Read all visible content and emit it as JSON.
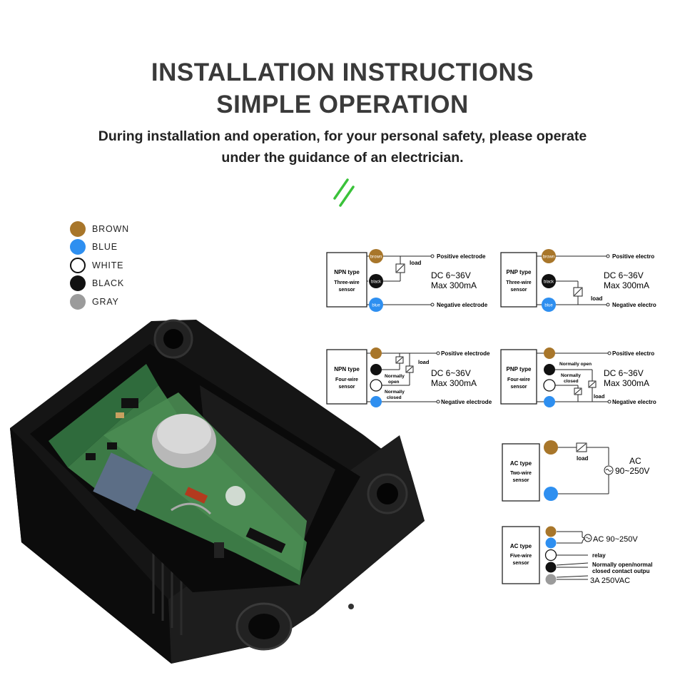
{
  "header": {
    "title_line1": "INSTALLATION INSTRUCTIONS",
    "title_line2": "SIMPLE OPERATION",
    "subtitle_line1": "During installation and operation, for your personal safety, please operate",
    "subtitle_line2": "under the guidance of an electrician."
  },
  "legend": [
    {
      "label": "BROWN",
      "color": "#a8762a"
    },
    {
      "label": "BLUE",
      "color": "#2e8ff0"
    },
    {
      "label": "WHITE",
      "color": "#ffffff"
    },
    {
      "label": "BLACK",
      "color": "#111111"
    },
    {
      "label": "GRAY",
      "color": "#9b9b9b"
    }
  ],
  "diagrams": {
    "npn3": {
      "type": "NPN type",
      "wire": "Three-wire",
      "sensor": "sensor",
      "brown": "brown",
      "black": "black",
      "blue": "blue",
      "load": "load",
      "dc": "DC   6~36V",
      "max": "Max 300mA",
      "pos": "Positive electrode",
      "neg": "Negative electrode"
    },
    "pnp3": {
      "type": "PNP type",
      "wire": "Three-wire",
      "sensor": "sensor",
      "brown": "brown",
      "black": "black",
      "blue": "blue",
      "load": "load",
      "dc": "DC   6~36V",
      "max": "Max 300mA",
      "pos": "Positive electro",
      "neg": "Negative electro"
    },
    "npn4": {
      "type": "NPN type",
      "wire": "Four-wire",
      "sensor": "sensor",
      "load": "load",
      "no": "Normally open",
      "nc": "Normally closed",
      "dc": "DC   6~36V",
      "max": "Max 300mA",
      "pos": "Positive electrode",
      "neg": "Negative electrode"
    },
    "pnp4": {
      "type": "PNP type",
      "wire": "Four-wire",
      "sensor": "sensor",
      "load": "load",
      "no": "Normally open",
      "nc": "Normally closed",
      "dc": "DC   6~36V",
      "max": "Max 300mA",
      "pos": "Positive electro",
      "neg": "Negative electro"
    },
    "ac2": {
      "type": "AC type",
      "wire": "Two-wire",
      "sensor": "sensor",
      "load": "load",
      "ac": "AC",
      "range": "90~250V"
    },
    "ac5": {
      "type": "AC type",
      "wire": "Five-wire",
      "sensor": "sensor",
      "ac": "AC 90~250V",
      "relay": "relay",
      "no1": "Normally open/normal",
      "no2": "closed contact outpu",
      "rating": "3A 250VAC"
    }
  }
}
